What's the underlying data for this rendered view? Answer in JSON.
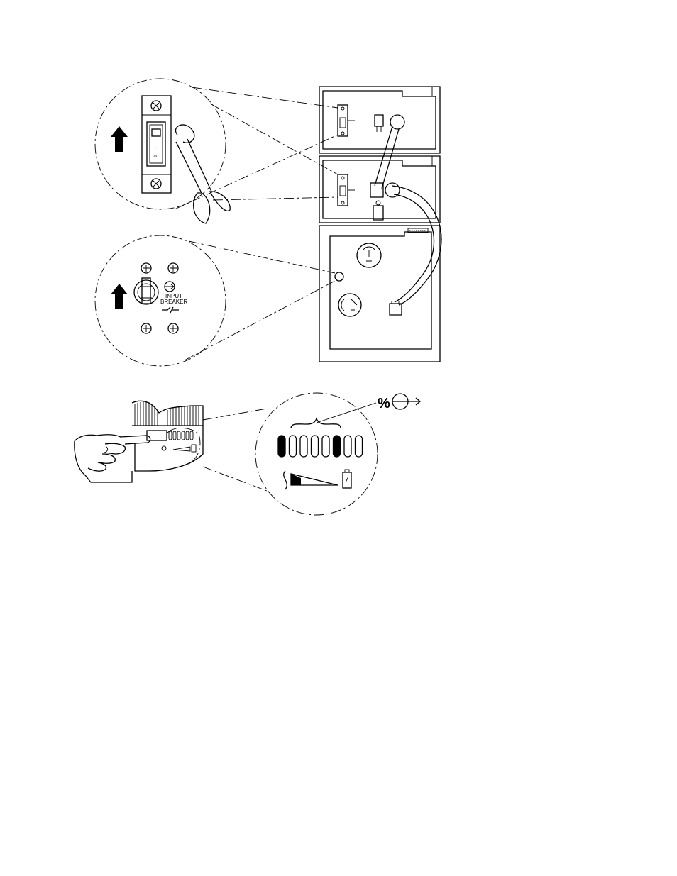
{
  "labels": {
    "breaker_line1": "INPUT",
    "breaker_line2": "BREAKER",
    "switch_on": "I",
    "switch_on_small": "ON",
    "percent_symbol": "%"
  },
  "icons": {
    "up_arrow": "up-arrow-icon",
    "scissors": "scissors-icon",
    "breaker": "circuit-breaker-icon",
    "load_output": "output-load-icon",
    "battery": "battery-icon",
    "ac_wave": "ac-sine-icon"
  },
  "colors": {
    "ink": "#000000",
    "paper": "#ffffff"
  },
  "led_bar": {
    "segments_total": 8,
    "segments_filled": [
      0,
      5
    ]
  }
}
